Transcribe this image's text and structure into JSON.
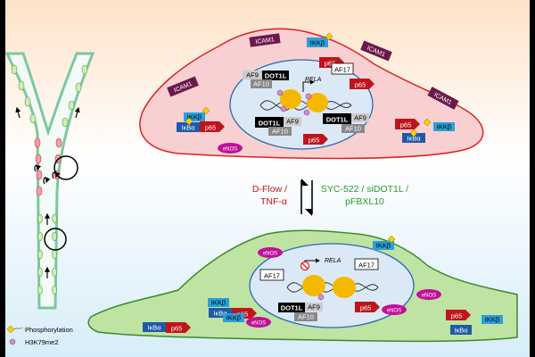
{
  "labels": {
    "icam1": "ICAM1",
    "ikkb": "IKKβ",
    "ikba": "IκBα",
    "p65": "p65",
    "af9": "AF9",
    "af10": "AF10",
    "af17": "AF17",
    "dot1l": "DOT1L",
    "rela": "RELA",
    "enos": "eNOS"
  },
  "middle": {
    "left_line1": "D-Flow /",
    "left_line2": "TNF-α",
    "right_line1": "SYC-522 / siDOT1L /",
    "right_line2": "pFBXL10"
  },
  "legend": {
    "phosphorylation": "Phosphorylation",
    "partial_text": "H3K79me2"
  },
  "colors": {
    "red_cell_fill": "#f9d0d2",
    "red_cell_stroke": "#e02020",
    "green_cell_fill": "#bfe3a3",
    "green_cell_stroke": "#3a8a2a",
    "nucleus_fill": "#dbe9f6",
    "nucleus_stroke": "#2a6ab0",
    "icam1": "#6a1a4a",
    "ikkb": "#2aa0d8",
    "ikba": "#1f5aa6",
    "p65": "#c0141c",
    "enos": "#c0109a",
    "nucleosome": "#f5b800",
    "left_label": "#c81414",
    "right_label": "#2a9a2a",
    "phos": "#f5d000"
  }
}
